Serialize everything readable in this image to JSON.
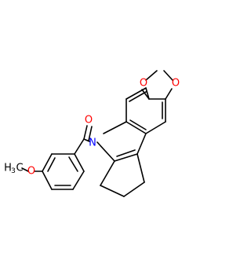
{
  "colors": {
    "bond": "#000000",
    "carbon": "#000000",
    "oxygen": "#ff0000",
    "nitrogen": "#0000ff",
    "background": "#ffffff"
  },
  "atoms": {
    "O_ring_left": "O",
    "O_ring_right": "O",
    "O_carbonyl": "O",
    "N_indole": "N",
    "methoxy_carbon": "H",
    "methoxy_sub": "3",
    "methoxy_c": "C",
    "O_methoxy": "O"
  }
}
